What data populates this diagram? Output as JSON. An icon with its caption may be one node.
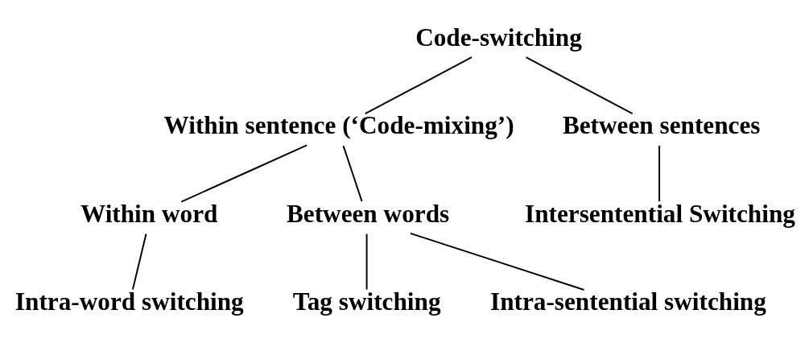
{
  "diagram": {
    "nodes": [
      {
        "text": [
          "Code-switching"
        ]
      },
      {
        "text": [
          "Within sentence (‘Code-mixing’)"
        ]
      },
      {
        "text": [
          "Between sentences"
        ]
      },
      {
        "text": [
          "Intersentential Switching"
        ]
      },
      {
        "text": [
          "Within word"
        ]
      },
      {
        "text": [
          "Between words"
        ]
      },
      {
        "text": [
          "Intra-word switching"
        ]
      },
      {
        "text": [
          "Tag switching"
        ]
      },
      {
        "text": [
          "Intra-sentential switching"
        ]
      }
    ],
    "edges": [
      {
        "from": 0,
        "to": 1,
        "arrow": "none"
      },
      {
        "from": 0,
        "to": 2,
        "arrow": "none"
      },
      {
        "from": 2,
        "to": 3,
        "arrow": "none"
      },
      {
        "from": 1,
        "to": 4,
        "arrow": "none"
      },
      {
        "from": 1,
        "to": 5,
        "arrow": "none"
      },
      {
        "from": 4,
        "to": 6,
        "arrow": "none"
      },
      {
        "from": 5,
        "to": 7,
        "arrow": "none"
      },
      {
        "from": 5,
        "to": 8,
        "arrow": "none"
      }
    ]
  }
}
